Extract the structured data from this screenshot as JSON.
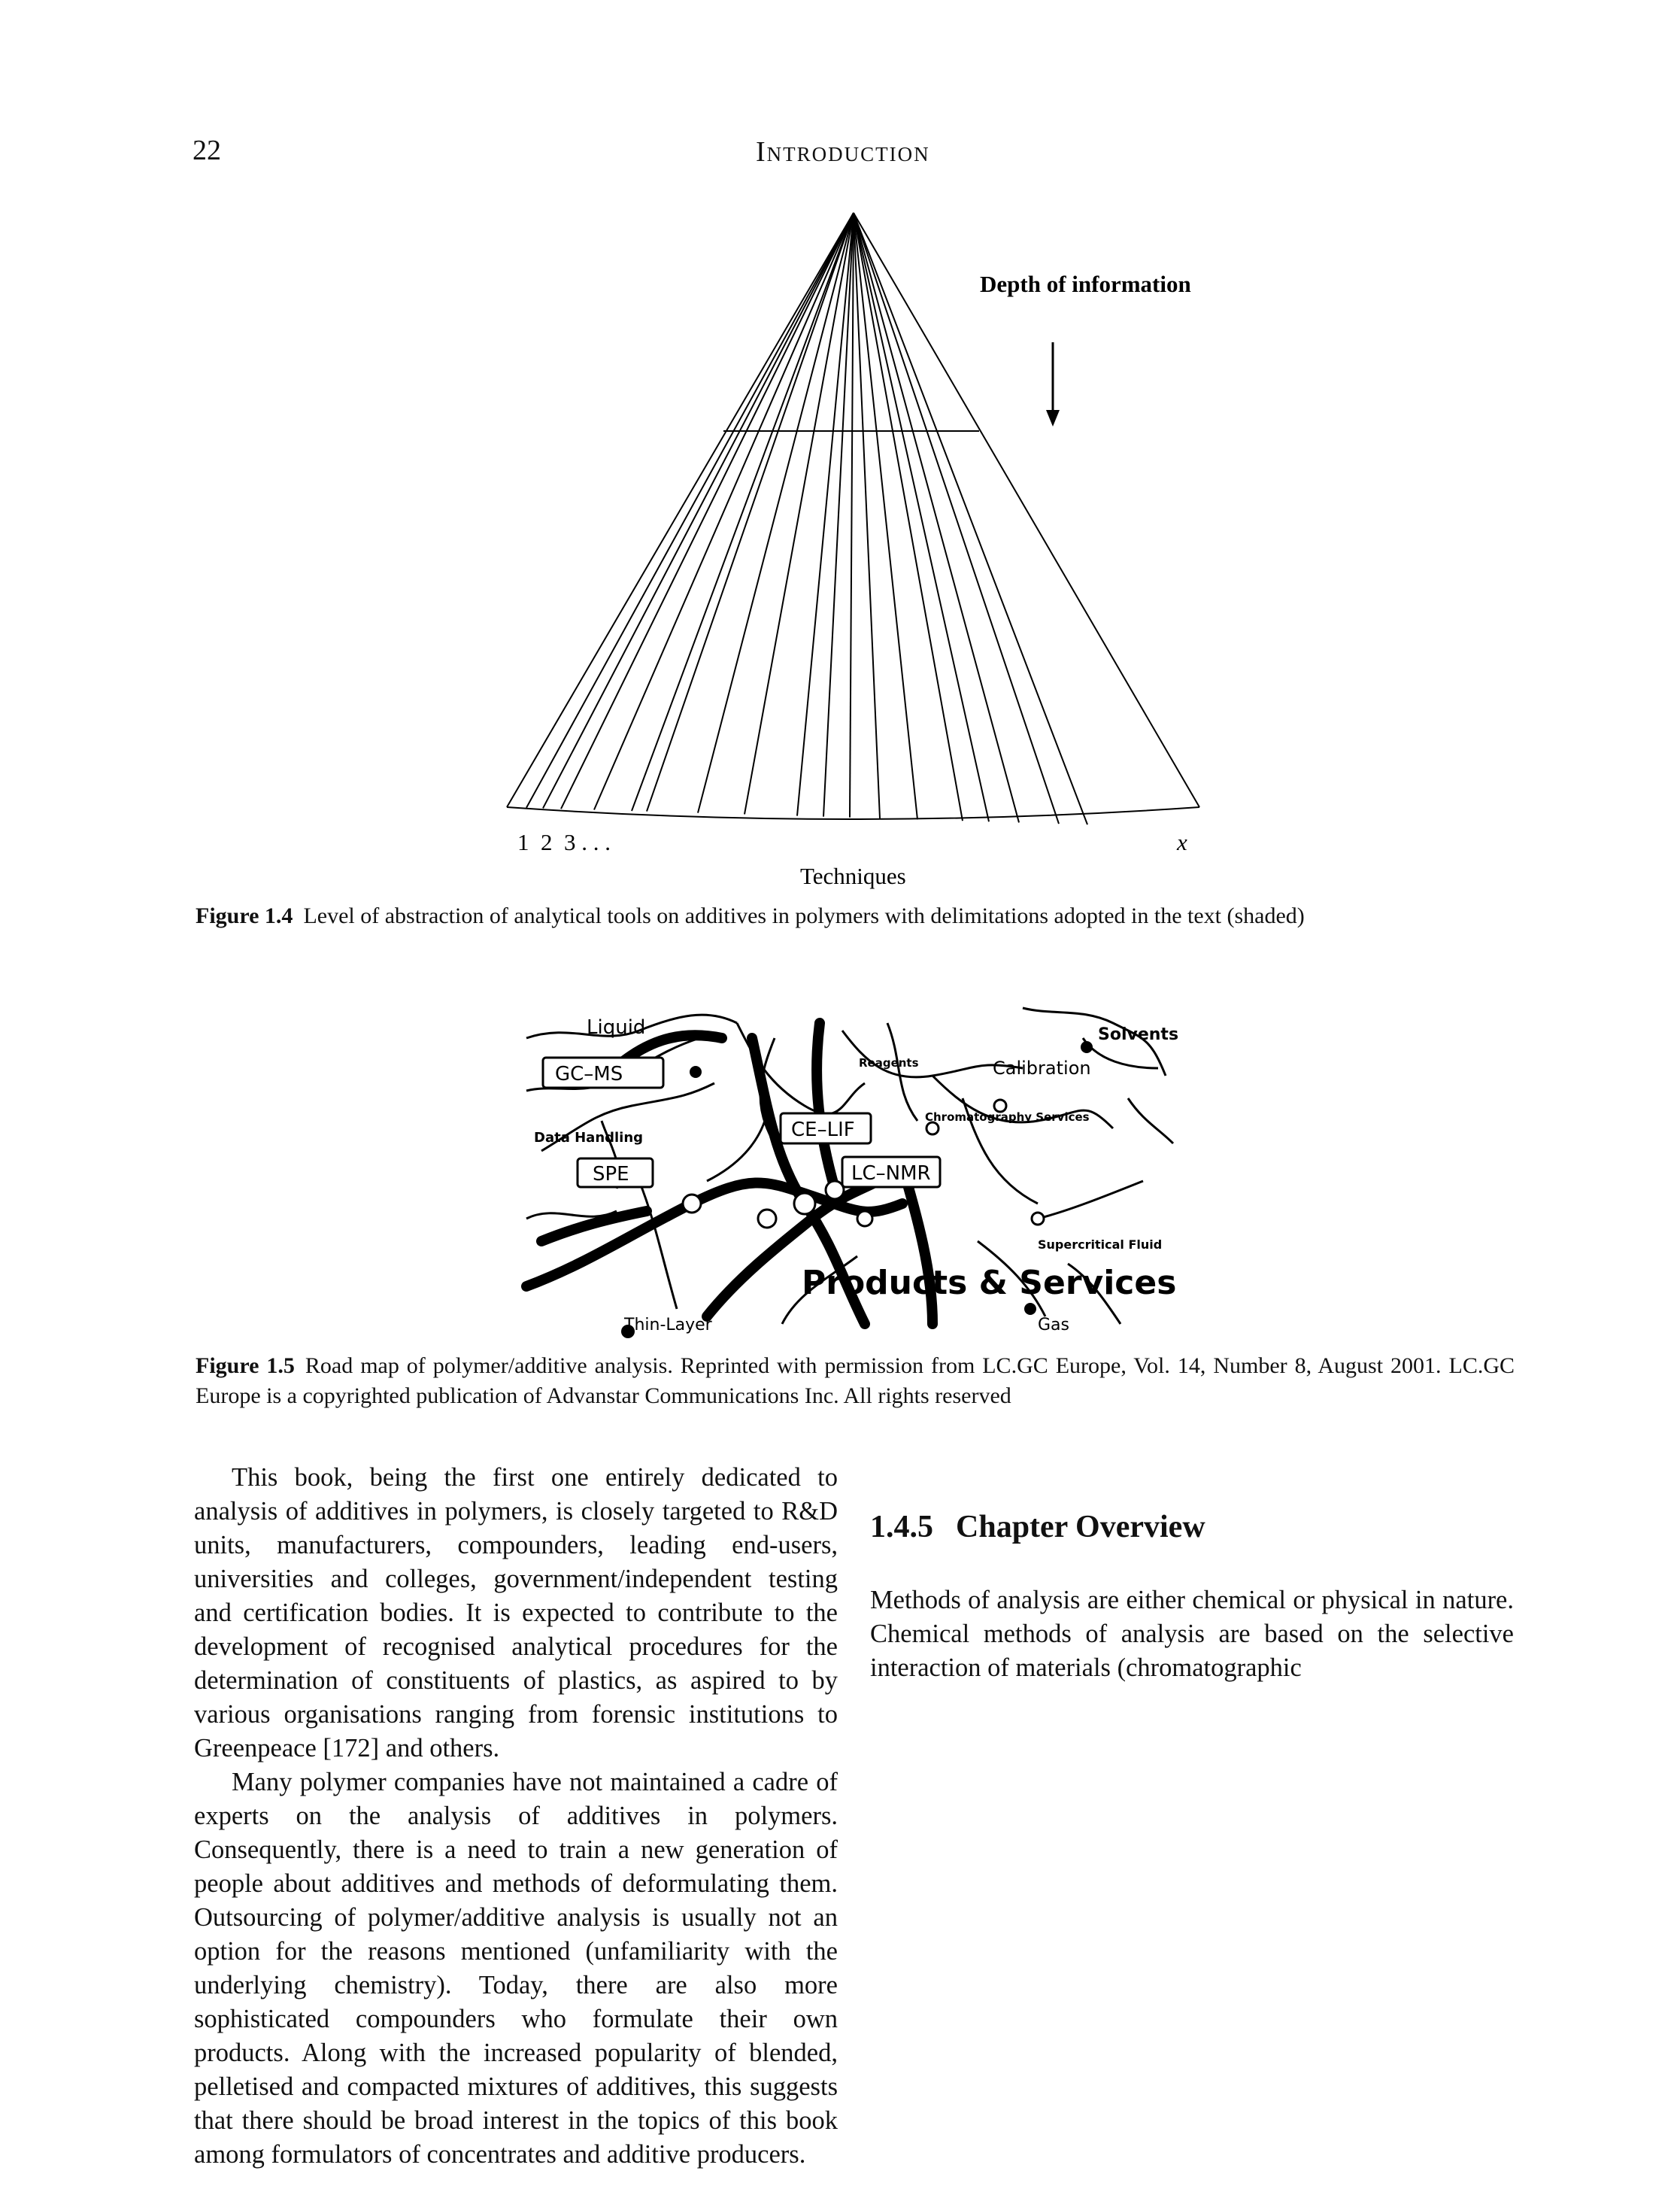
{
  "header": {
    "page_number": "22",
    "running_head": "Introduction"
  },
  "figure_1_4": {
    "annotation": "Depth of information",
    "left_labels": "1  2  3 . . .",
    "right_label": "x",
    "axis_title": "Techniques",
    "caption_label": "Figure 1.4",
    "caption_text": "Level of abstraction of analytical tools on additives in polymers with delimitations adopted in the text (shaded)"
  },
  "figure_1_5": {
    "map_labels": {
      "liquid": "Liquid",
      "gc_ms": "GC–MS",
      "reagents": "Reagents",
      "solvents": "Solvents",
      "calibration": "Calibration",
      "data_handling": "Data Handling",
      "ce_lif": "CE–LIF",
      "chromatography_services": "Chromatography Services",
      "spe": "SPE",
      "lc_nmr": "LC–NMR",
      "supercritical_fluid": "Supercritical Fluid",
      "products_services": "Products & Services",
      "thin_layer": "Thin-Layer",
      "gas": "Gas"
    },
    "caption_label": "Figure 1.5",
    "caption_text": "Road map of polymer/additive analysis. Reprinted with permission from LC.GC Europe, Vol. 14, Number 8, August 2001. LC.GC Europe is a copyrighted publication of Advanstar Communications Inc. All rights reserved"
  },
  "body": {
    "p1": "This book, being the first one entirely dedicated to analysis of additives in polymers, is closely targeted to R&D units, manufacturers, compounders, leading end-users, universities and colleges, government/independent testing and certification bodies. It is expected to contribute to the development of recognised analytical procedures for the determination of constituents of plastics, as aspired to by various organisations ranging from forensic institutions to Greenpeace [172] and others.",
    "p2": "Many polymer companies have not maintained a cadre of experts on the analysis of additives in polymers. Consequently, there is a need to train a new generation of people about additives and methods of deformulating them. Outsourcing of polymer/additive analysis is usually not an option for the reasons mentioned (unfamiliarity with the underlying chemistry). Today, there are also more sophisticated compounders who formulate their own products. Along with the increased popularity of blended, pelletised and compacted mixtures of additives, this suggests that there should be broad interest in the topics of this book among formulators of concentrates and additive producers.",
    "section_number": "1.4.5",
    "section_title": "Chapter Overview",
    "p3": "Methods of analysis are either chemical or physical in nature. Chemical methods of analysis are based on the selective interaction of materials (chromatographic"
  }
}
